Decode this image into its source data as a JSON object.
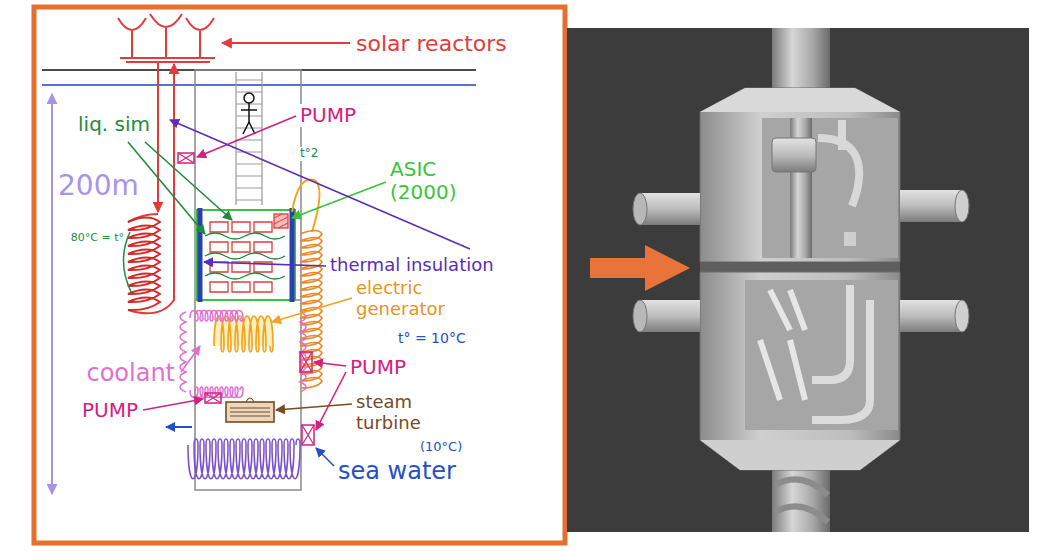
{
  "diagram": {
    "labels": [
      "solar reactors",
      "PUMP",
      "liq. sim",
      "ASIC (2000)",
      "t°2",
      "200m",
      "80°C = t°",
      "thermal insulation",
      "electric generator",
      "t° = 10°C",
      "coolant",
      "PUMP",
      "PUMP",
      "steam turbine",
      "(10°C)",
      "sea water"
    ]
  }
}
